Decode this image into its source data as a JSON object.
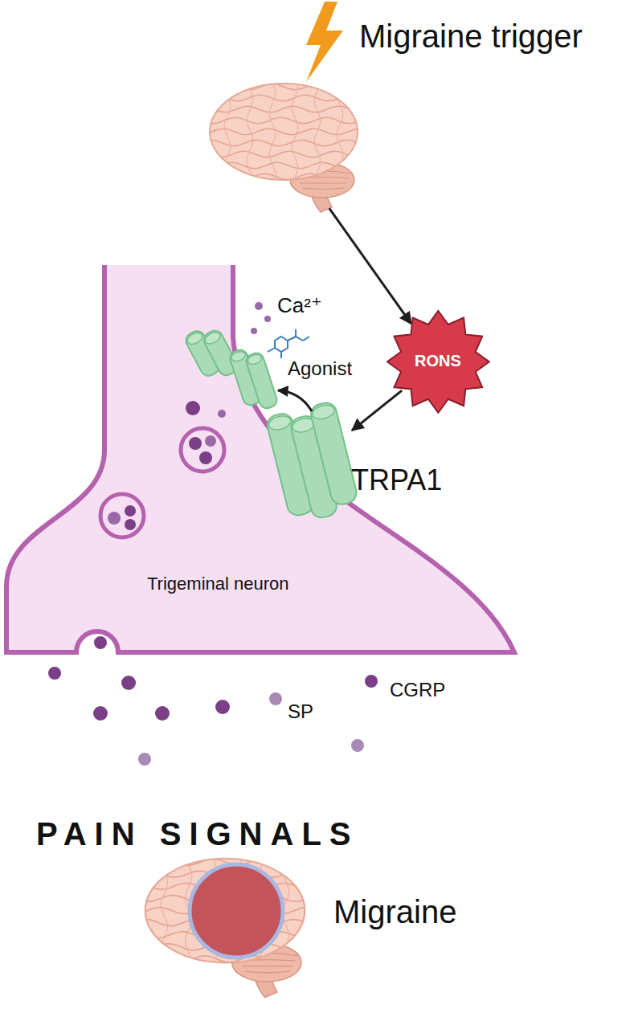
{
  "diagram": {
    "nodes": [
      {
        "text": [
          "Migraine trigger"
        ]
      },
      {
        "text": [
          "RONS"
        ]
      },
      {
        "text": [
          "Trigeminal neuron"
        ]
      },
      {
        "text": [
          "TRPA1"
        ],
        "in": 2
      },
      {
        "text": [
          "Migraine"
        ]
      }
    ],
    "edges": [
      {
        "from": 0,
        "to": 1,
        "arrow": "to"
      },
      {
        "from": 1,
        "to": 3,
        "arrow": "to"
      }
    ],
    "labels": [
      "Ca²⁺",
      "Agonist",
      "SP",
      "CGRP",
      "PAIN SIGNALS"
    ]
  }
}
